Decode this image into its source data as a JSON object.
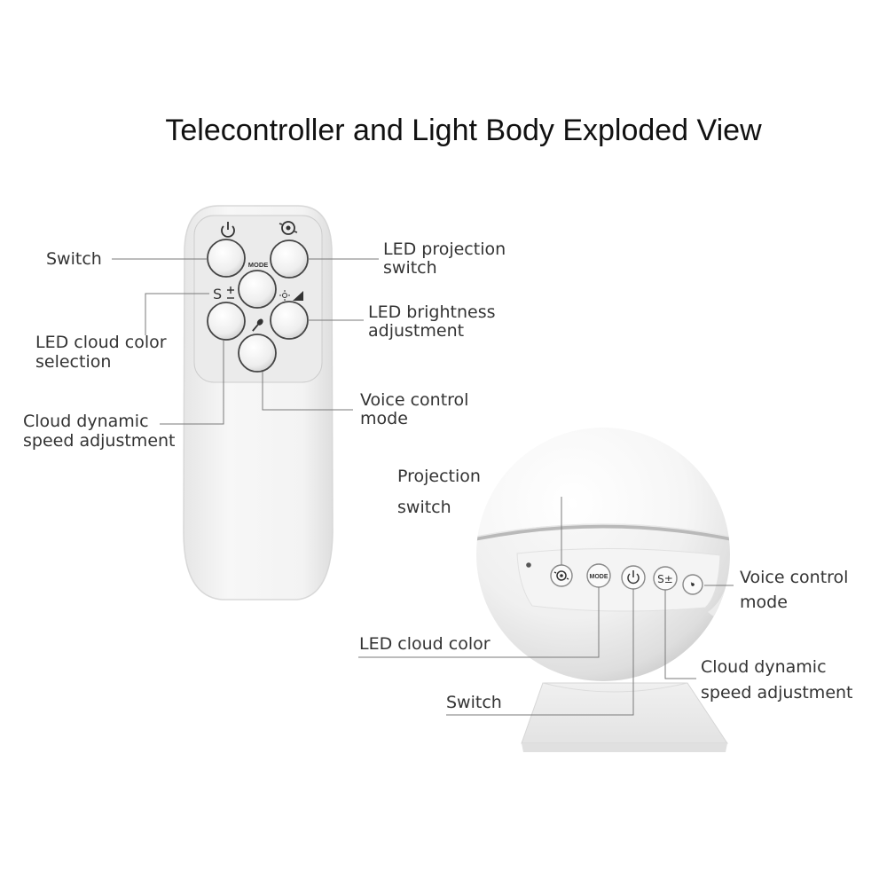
{
  "title": "Telecontroller and Light Body Exploded View",
  "remote": {
    "icons": {
      "power": "power-icon",
      "projection": "projection-icon",
      "mode": "MODE",
      "speed": "S",
      "brightness": "brightness-icon",
      "voice": "microphone-icon"
    },
    "labels": {
      "switch": "Switch",
      "led_projection_switch_1": "LED projection",
      "led_projection_switch_2": "switch",
      "led_brightness_1": "LED brightness",
      "led_brightness_2": "adjustment",
      "led_cloud_color_1": "LED cloud color",
      "led_cloud_color_2": "selection",
      "voice_control_1": "Voice control",
      "voice_control_2": "mode",
      "cloud_speed_1": "Cloud dynamic",
      "cloud_speed_2": "speed adjustment"
    }
  },
  "projector": {
    "buttons": {
      "mode": "MODE",
      "speed": "S±"
    },
    "labels": {
      "projection_switch_1": "Projection",
      "projection_switch_2": "switch",
      "voice_control_1": "Voice control",
      "voice_control_2": "mode",
      "led_cloud_color": "LED cloud color",
      "cloud_speed_1": "Cloud dynamic",
      "cloud_speed_2": "speed adjustment",
      "switch": "Switch"
    }
  }
}
